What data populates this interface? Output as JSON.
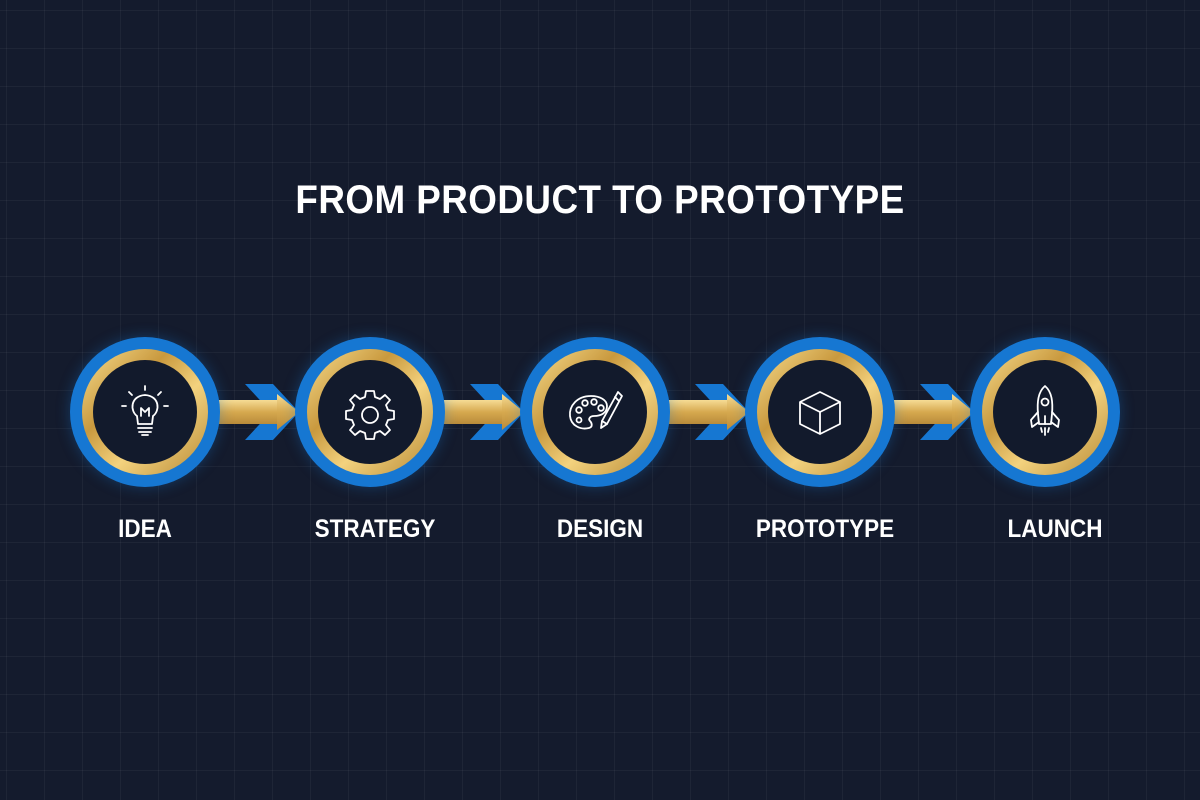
{
  "title": "FROM PRODUCT TO PROTOTYPE",
  "colors": {
    "background": "#141b2d",
    "ring_blue": "#1677d2",
    "ring_gold": "#d9ad55",
    "text": "#ffffff"
  },
  "steps": [
    {
      "label": "IDEA",
      "icon": "lightbulb-icon"
    },
    {
      "label": "STRATEGY",
      "icon": "gear-icon"
    },
    {
      "label": "DESIGN",
      "icon": "palette-icon"
    },
    {
      "label": "PROTOTYPE",
      "icon": "cube-icon"
    },
    {
      "label": "LAUNCH",
      "icon": "rocket-icon"
    }
  ]
}
